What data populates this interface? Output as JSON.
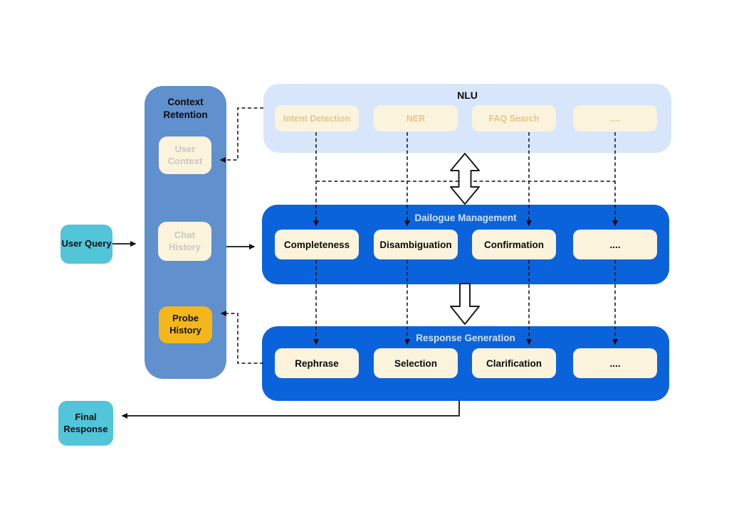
{
  "diagram": {
    "colors": {
      "teal": "#52C5D8",
      "column_blue": "#6090CD",
      "panel_blue": "#0B63DB",
      "panel_title": "#CEE2F8",
      "nlu_bg": "#D8E6FC",
      "cream": "#FBF3DC",
      "gold": "#F3B71B",
      "muted_text": "#C9C8C2",
      "nlu_text": "#E3C78D",
      "line": "#111111"
    },
    "user_query": {
      "label": "User Query"
    },
    "final_response": {
      "label": "Final Response"
    },
    "context_retention": {
      "title": "Context Retention",
      "items": [
        {
          "label": "User Context"
        },
        {
          "label": "Chat History"
        },
        {
          "label": "Probe History"
        }
      ]
    },
    "nlu": {
      "title": "NLU",
      "items": [
        {
          "label": "Intent Detection"
        },
        {
          "label": "NER"
        },
        {
          "label": "FAQ Search"
        },
        {
          "label": "...."
        }
      ]
    },
    "dialogue_management": {
      "title": "Dailogue Management",
      "items": [
        {
          "label": "Completeness"
        },
        {
          "label": "Disambiguation"
        },
        {
          "label": "Confirmation"
        },
        {
          "label": "...."
        }
      ]
    },
    "response_generation": {
      "title": "Response Generation",
      "items": [
        {
          "label": "Rephrase"
        },
        {
          "label": "Selection"
        },
        {
          "label": "Clarification"
        },
        {
          "label": "...."
        }
      ]
    }
  }
}
